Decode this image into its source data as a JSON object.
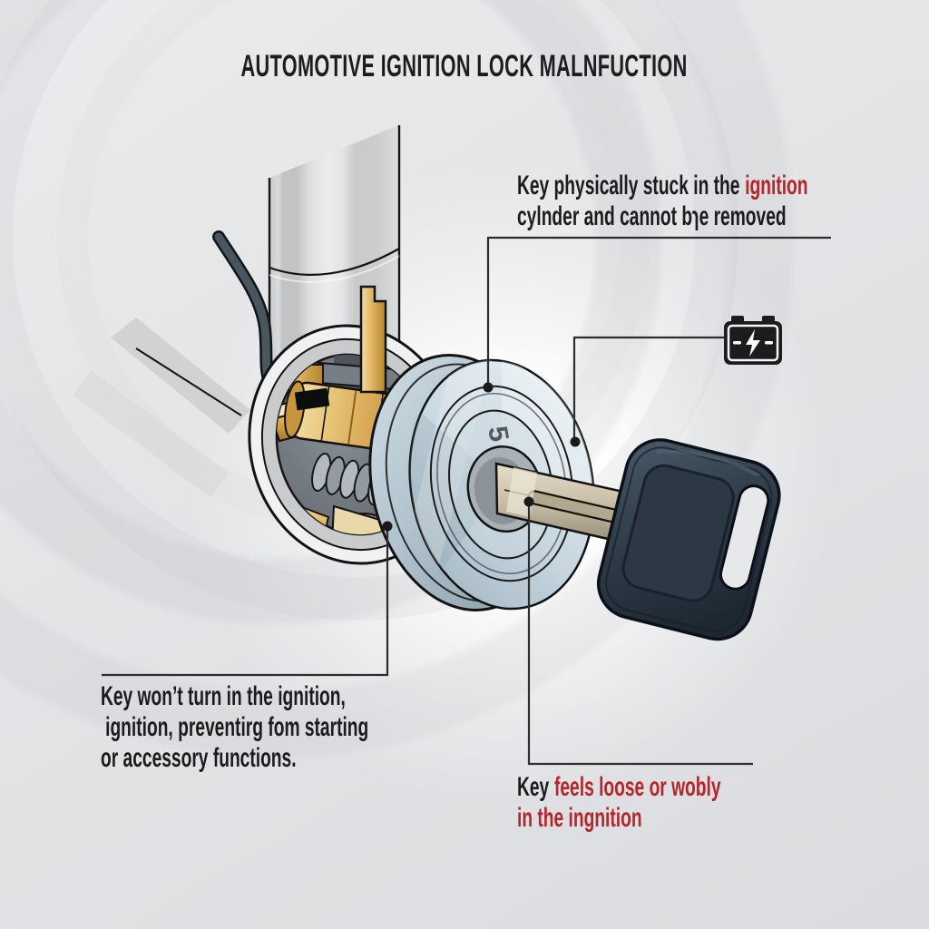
{
  "title": {
    "text": "AUTOMOTIVE IGNITION LOCK MALNFUCTION"
  },
  "callouts": {
    "key_stuck": {
      "line1_black": "Key physically stuck in the",
      "line1_red": "ignition",
      "line2": "cylnder and cannot bɿe removed"
    },
    "key_wont_turn": {
      "line1": "Key won’t turn in the ignition,",
      "line2": "ignition, preventirg fom starting",
      "line3": "or accessory functions."
    },
    "key_loose": {
      "line1_black": "Key",
      "line1_red": "feels loose or wobly",
      "line2_red": "in the ingnition"
    }
  },
  "illustration": {
    "disc_engraving": "5",
    "battery_icon": "battery-warning-icon",
    "parts": [
      "steering-column",
      "wiring-harness-wire",
      "lock-housing",
      "lock-cylinder-cutaway",
      "return-spring",
      "ignition-bezel-disc",
      "key-blade",
      "key-head"
    ]
  },
  "colors": {
    "accent_red": "#b2262c",
    "text_dark": "#1c1c1e",
    "leader_line": "#2d2d2e",
    "brass": "#dfb260",
    "chrome_blue": "#c6d5de",
    "key_head_dark": "#2f3c49",
    "background": "#e3e4e6"
  }
}
